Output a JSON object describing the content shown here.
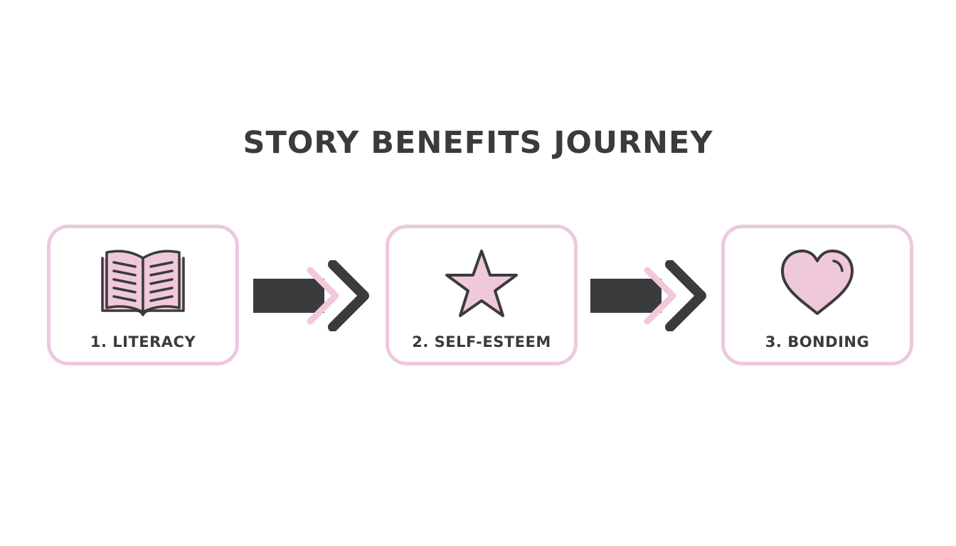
{
  "title": "STORY BENEFITS JOURNEY",
  "colors": {
    "accent_pink": "#ecc9df",
    "icon_fill": "#f0c8dc",
    "dark": "#3a3b3d",
    "background": "#ffffff"
  },
  "stages": [
    {
      "label": "1. LITERACY",
      "icon": "open-book-icon"
    },
    {
      "label": "2. SELF-ESTEEM",
      "icon": "star-icon"
    },
    {
      "label": "3. BONDING",
      "icon": "heart-icon"
    }
  ],
  "connectors": [
    {
      "icon": "arrow-right-icon"
    },
    {
      "icon": "arrow-right-icon"
    }
  ]
}
